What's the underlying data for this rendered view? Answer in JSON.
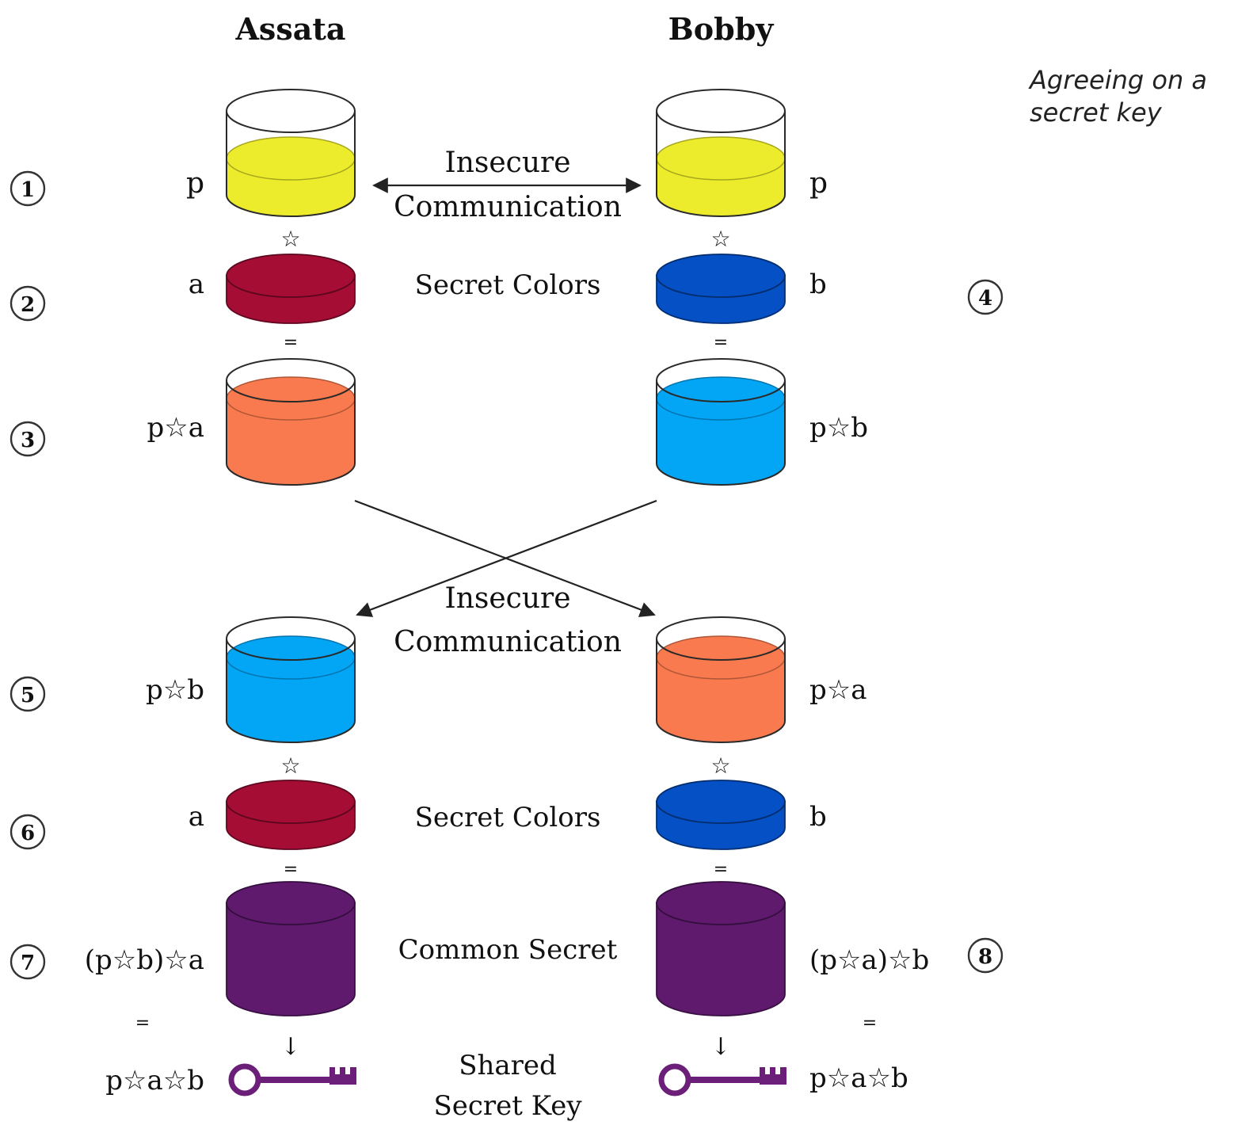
{
  "side_note": [
    "Agreeing on a",
    "secret key"
  ],
  "participants": {
    "left": "Assata",
    "right": "Bobby"
  },
  "step_numbers": [
    "1",
    "2",
    "3",
    "4",
    "5",
    "6",
    "7",
    "8"
  ],
  "colors": {
    "public_yellow": "#ecec2c",
    "secret_red": "#a50d35",
    "secret_blue": "#0450c4",
    "mix_orange": "#f97a4e",
    "mix_lightblue": "#03a5f5",
    "shared_purple": "#5f1a6e",
    "key_purple": "#6b1f78"
  },
  "center_labels": {
    "insecure_1": [
      "Insecure",
      "Communication"
    ],
    "secret_colors_1": "Secret Colors",
    "insecure_2": [
      "Insecure",
      "Communication"
    ],
    "secret_colors_2": "Secret Colors",
    "common_secret": "Common Secret",
    "shared_key": [
      "Shared",
      "Secret Key"
    ]
  },
  "left_labels": {
    "public": "p",
    "secret": "a",
    "mix_sent": "p☆a",
    "mix_received": "p☆b",
    "secret_again": "a",
    "common": "(p☆b)☆a",
    "key": "p☆a☆b"
  },
  "right_labels": {
    "public": "p",
    "secret": "b",
    "mix_sent": "p☆b",
    "mix_received": "p☆a",
    "secret_again": "b",
    "common": "(p☆a)☆b",
    "key": "p☆a☆b"
  },
  "operators": {
    "star": "☆",
    "equals": "=",
    "down_arrow": "↓"
  }
}
